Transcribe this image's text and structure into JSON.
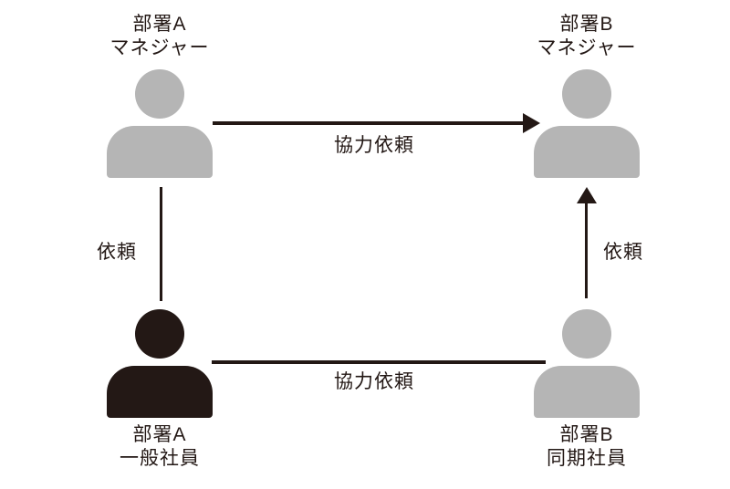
{
  "colors": {
    "person_gray": "#b5b5b5",
    "person_black": "#231815",
    "line": "#231815",
    "text": "#231815",
    "background": "#ffffff"
  },
  "nodes": {
    "dept_a_manager": {
      "label_line1": "部署A",
      "label_line2": "マネジャー",
      "icon": "person-icon",
      "icon_color": "#b5b5b5"
    },
    "dept_b_manager": {
      "label_line1": "部署B",
      "label_line2": "マネジャー",
      "icon": "person-icon",
      "icon_color": "#b5b5b5"
    },
    "dept_a_staff": {
      "label_line1": "部署A",
      "label_line2": "一般社員",
      "icon": "person-icon",
      "icon_color": "#231815"
    },
    "dept_b_peer": {
      "label_line1": "部署B",
      "label_line2": "同期社員",
      "icon": "person-icon",
      "icon_color": "#b5b5b5"
    }
  },
  "edges": {
    "manager_a_to_manager_b": {
      "label": "協力依頼",
      "from": "dept_a_manager",
      "to": "dept_b_manager",
      "arrowhead": "right"
    },
    "staff_a_manager_a": {
      "label": "依頼",
      "between": [
        "dept_a_staff",
        "dept_a_manager"
      ],
      "arrowhead": "none"
    },
    "peer_b_to_manager_b": {
      "label": "依頼",
      "from": "dept_b_peer",
      "to": "dept_b_manager",
      "arrowhead": "up"
    },
    "staff_a_peer_b": {
      "label": "協力依頼",
      "between": [
        "dept_a_staff",
        "dept_b_peer"
      ],
      "arrowhead": "none"
    }
  }
}
